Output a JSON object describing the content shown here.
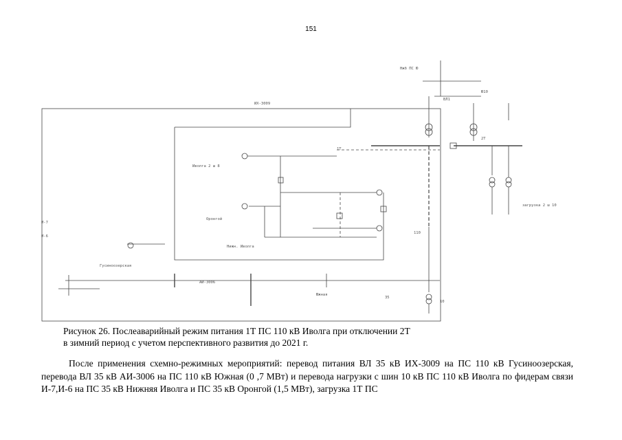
{
  "page": {
    "number": "151"
  },
  "caption": {
    "line1": "Рисунок 26. Послеаварийный режим  питания 1Т ПС 110 кВ Иволга при отключении 2Т",
    "line2": "в зимний период с учетом перспективного развития до 2021 г."
  },
  "body": {
    "paragraph": "После применения схемно-режимных мероприятий: перевод питания ВЛ 35 кВ ИХ-3009 на ПС 110 кВ Гусиноозерская, перевода ВЛ 35 кВ АИ-3006 на ПС 110 кВ Южная (0 ,7 МВт) и перевода нагрузки с шин 10 кВ ПС 110 кВ Иволга по фидерам связи И-7,И-6 на ПС 35 кВ Нижняя Иволга и ПС 35 кВ Оронгой (1,5 МВт), загрузка 1Т ПС"
  },
  "diagram": {
    "labels": [
      "Нижн. Иволга",
      "Оронгой",
      "Иволга",
      "Южная",
      "Гусиноозерская",
      "И-7",
      "И-6",
      "ИХ-3009",
      "АИ-3006",
      "1Т",
      "2Т",
      "110",
      "35",
      "10"
    ]
  }
}
